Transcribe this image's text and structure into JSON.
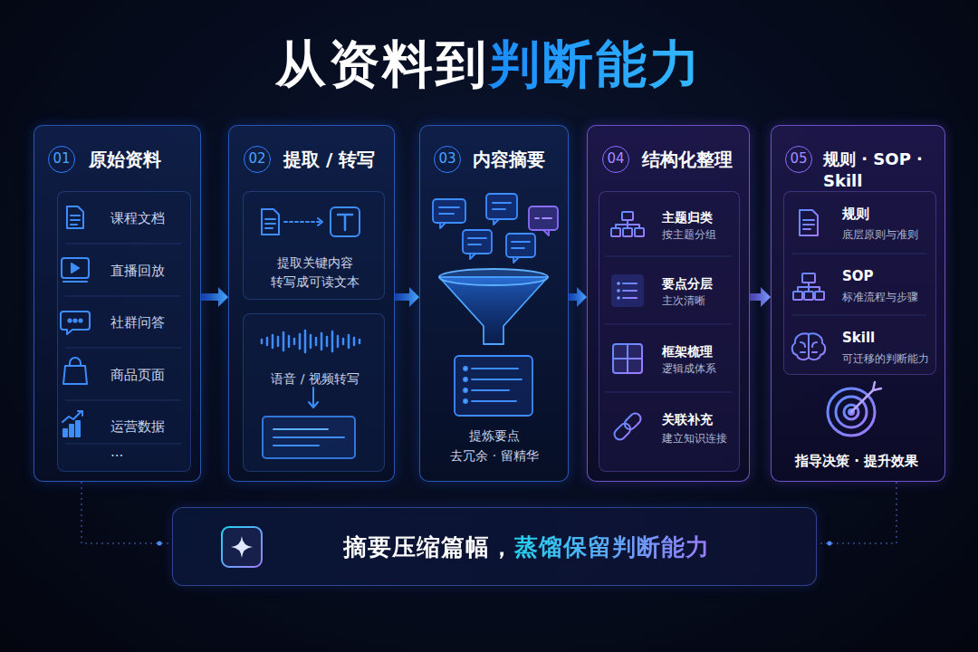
{
  "diagram": {
    "title": "从资料到判断能力",
    "nodes": [
      {
        "text": [
          "01",
          "原始资料"
        ]
      },
      {
        "text": [
          "课程文档",
          "直播回放",
          "社群问答",
          "商品页面",
          "运营数据",
          "···"
        ],
        "in": 0
      },
      {
        "text": [
          "02",
          "提取 / 转写"
        ]
      },
      {
        "text": [
          "提取关键内容",
          "转写成可读文本"
        ],
        "in": 2
      },
      {
        "text": [
          "语音 / 视频转写"
        ],
        "in": 2
      },
      {
        "text": [
          "03",
          "内容摘要",
          "提炼要点",
          "去冗余 · 留精华"
        ]
      },
      {
        "text": [
          "04",
          "结构化整理"
        ]
      },
      {
        "text": [
          "主题归类",
          "按主题分组",
          "要点分层",
          "主次清晰",
          "框架梳理",
          "逻辑成体系",
          "关联补充",
          "建立知识连接"
        ],
        "in": 6
      },
      {
        "text": [
          "05",
          "规则 · SOP · Skill",
          "指导决策 · 提升效果"
        ]
      },
      {
        "text": [
          "规则",
          "底层原则与准则",
          "SOP",
          "标准流程与步骤",
          "Skill",
          "可迁移的判断能力"
        ],
        "in": 8
      },
      {
        "text": [
          "摘要压缩篇幅，蒸馏保留判断能力"
        ]
      }
    ],
    "edges": [
      {
        "from": 0,
        "to": 2,
        "arrow": "to"
      },
      {
        "from": 2,
        "to": 5,
        "arrow": "to"
      },
      {
        "from": 5,
        "to": 6,
        "arrow": "to"
      },
      {
        "from": 6,
        "to": 8,
        "arrow": "to"
      },
      {
        "from": 0,
        "to": 10,
        "arrow": "none"
      },
      {
        "from": 8,
        "to": 10,
        "arrow": "none"
      }
    ]
  }
}
